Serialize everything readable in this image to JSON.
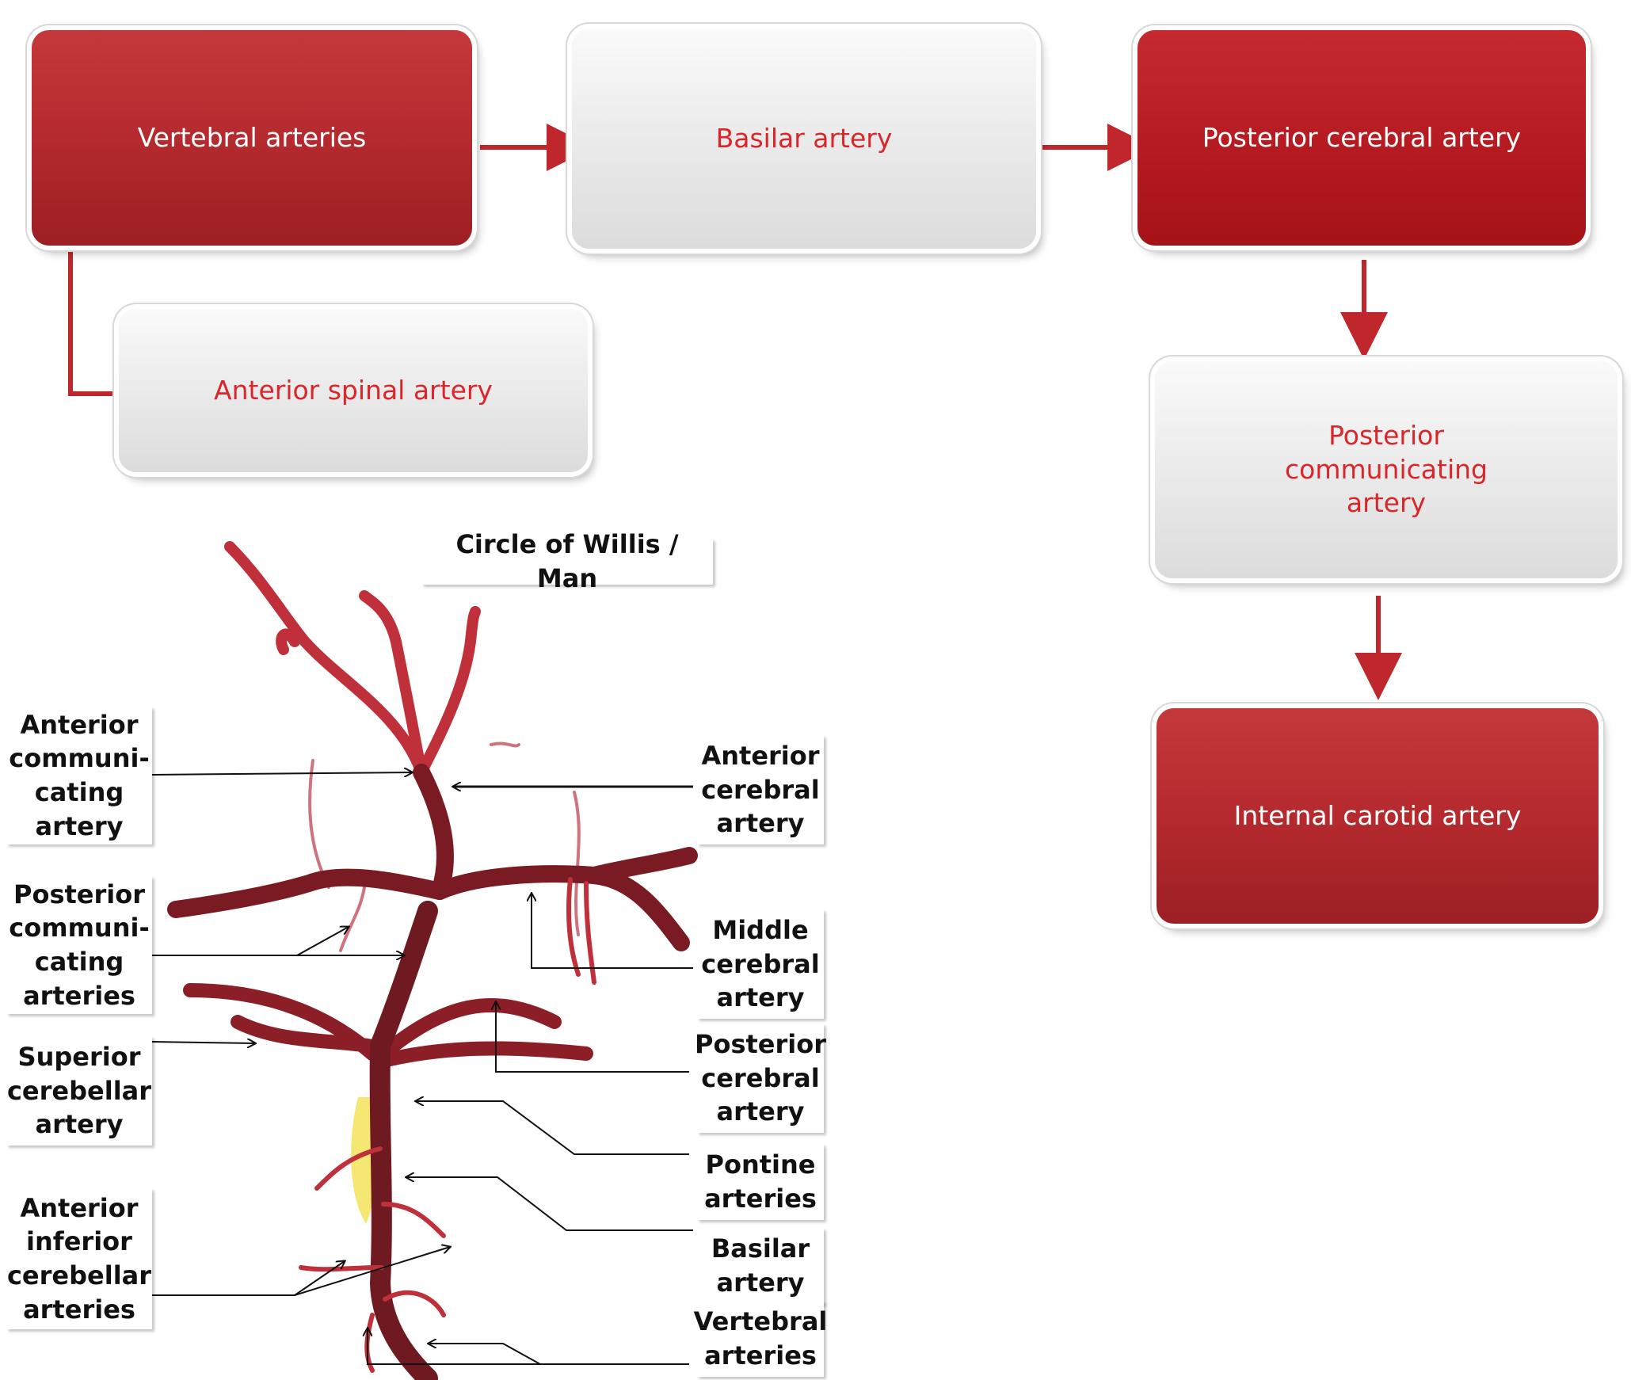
{
  "flowchart": {
    "vertebral": "Vertebral arteries",
    "basilar": "Basilar artery",
    "posterior_cerebral": "Posterior cerebral artery",
    "anterior_spinal": "Anterior spinal artery",
    "posterior_communicating": [
      "Posterior",
      "communicating",
      "artery"
    ],
    "internal_carotid": "Internal carotid artery"
  },
  "photo": {
    "title": "Circle of Willis / Man",
    "left_labels": {
      "anterior_communicating": [
        "Anterior",
        "communi-",
        "cating",
        "artery"
      ],
      "posterior_communicating": [
        "Posterior",
        "communi-",
        "cating",
        "arteries"
      ],
      "superior_cerebellar": [
        "Superior",
        "cerebellar",
        "artery"
      ],
      "anterior_inferior_cerebellar": [
        "Anterior",
        "inferior",
        "cerebellar",
        "arteries"
      ]
    },
    "right_labels": {
      "anterior_cerebral": [
        "Anterior",
        "cerebral",
        "artery"
      ],
      "middle_cerebral": [
        "Middle",
        "cerebral",
        "artery"
      ],
      "posterior_cerebral": [
        "Posterior",
        "cerebral",
        "artery"
      ],
      "pontine": [
        "Pontine",
        "arteries"
      ],
      "basilar": [
        "Basilar",
        "artery"
      ],
      "vertebral": [
        "Vertebral",
        "arteries"
      ]
    }
  },
  "colors": {
    "box_red": "#b52a2e",
    "box_grey": "#e9e9e9",
    "grey_box_text": "#d8262b",
    "connector": "#c0272d",
    "specimen": "#b8232f"
  }
}
